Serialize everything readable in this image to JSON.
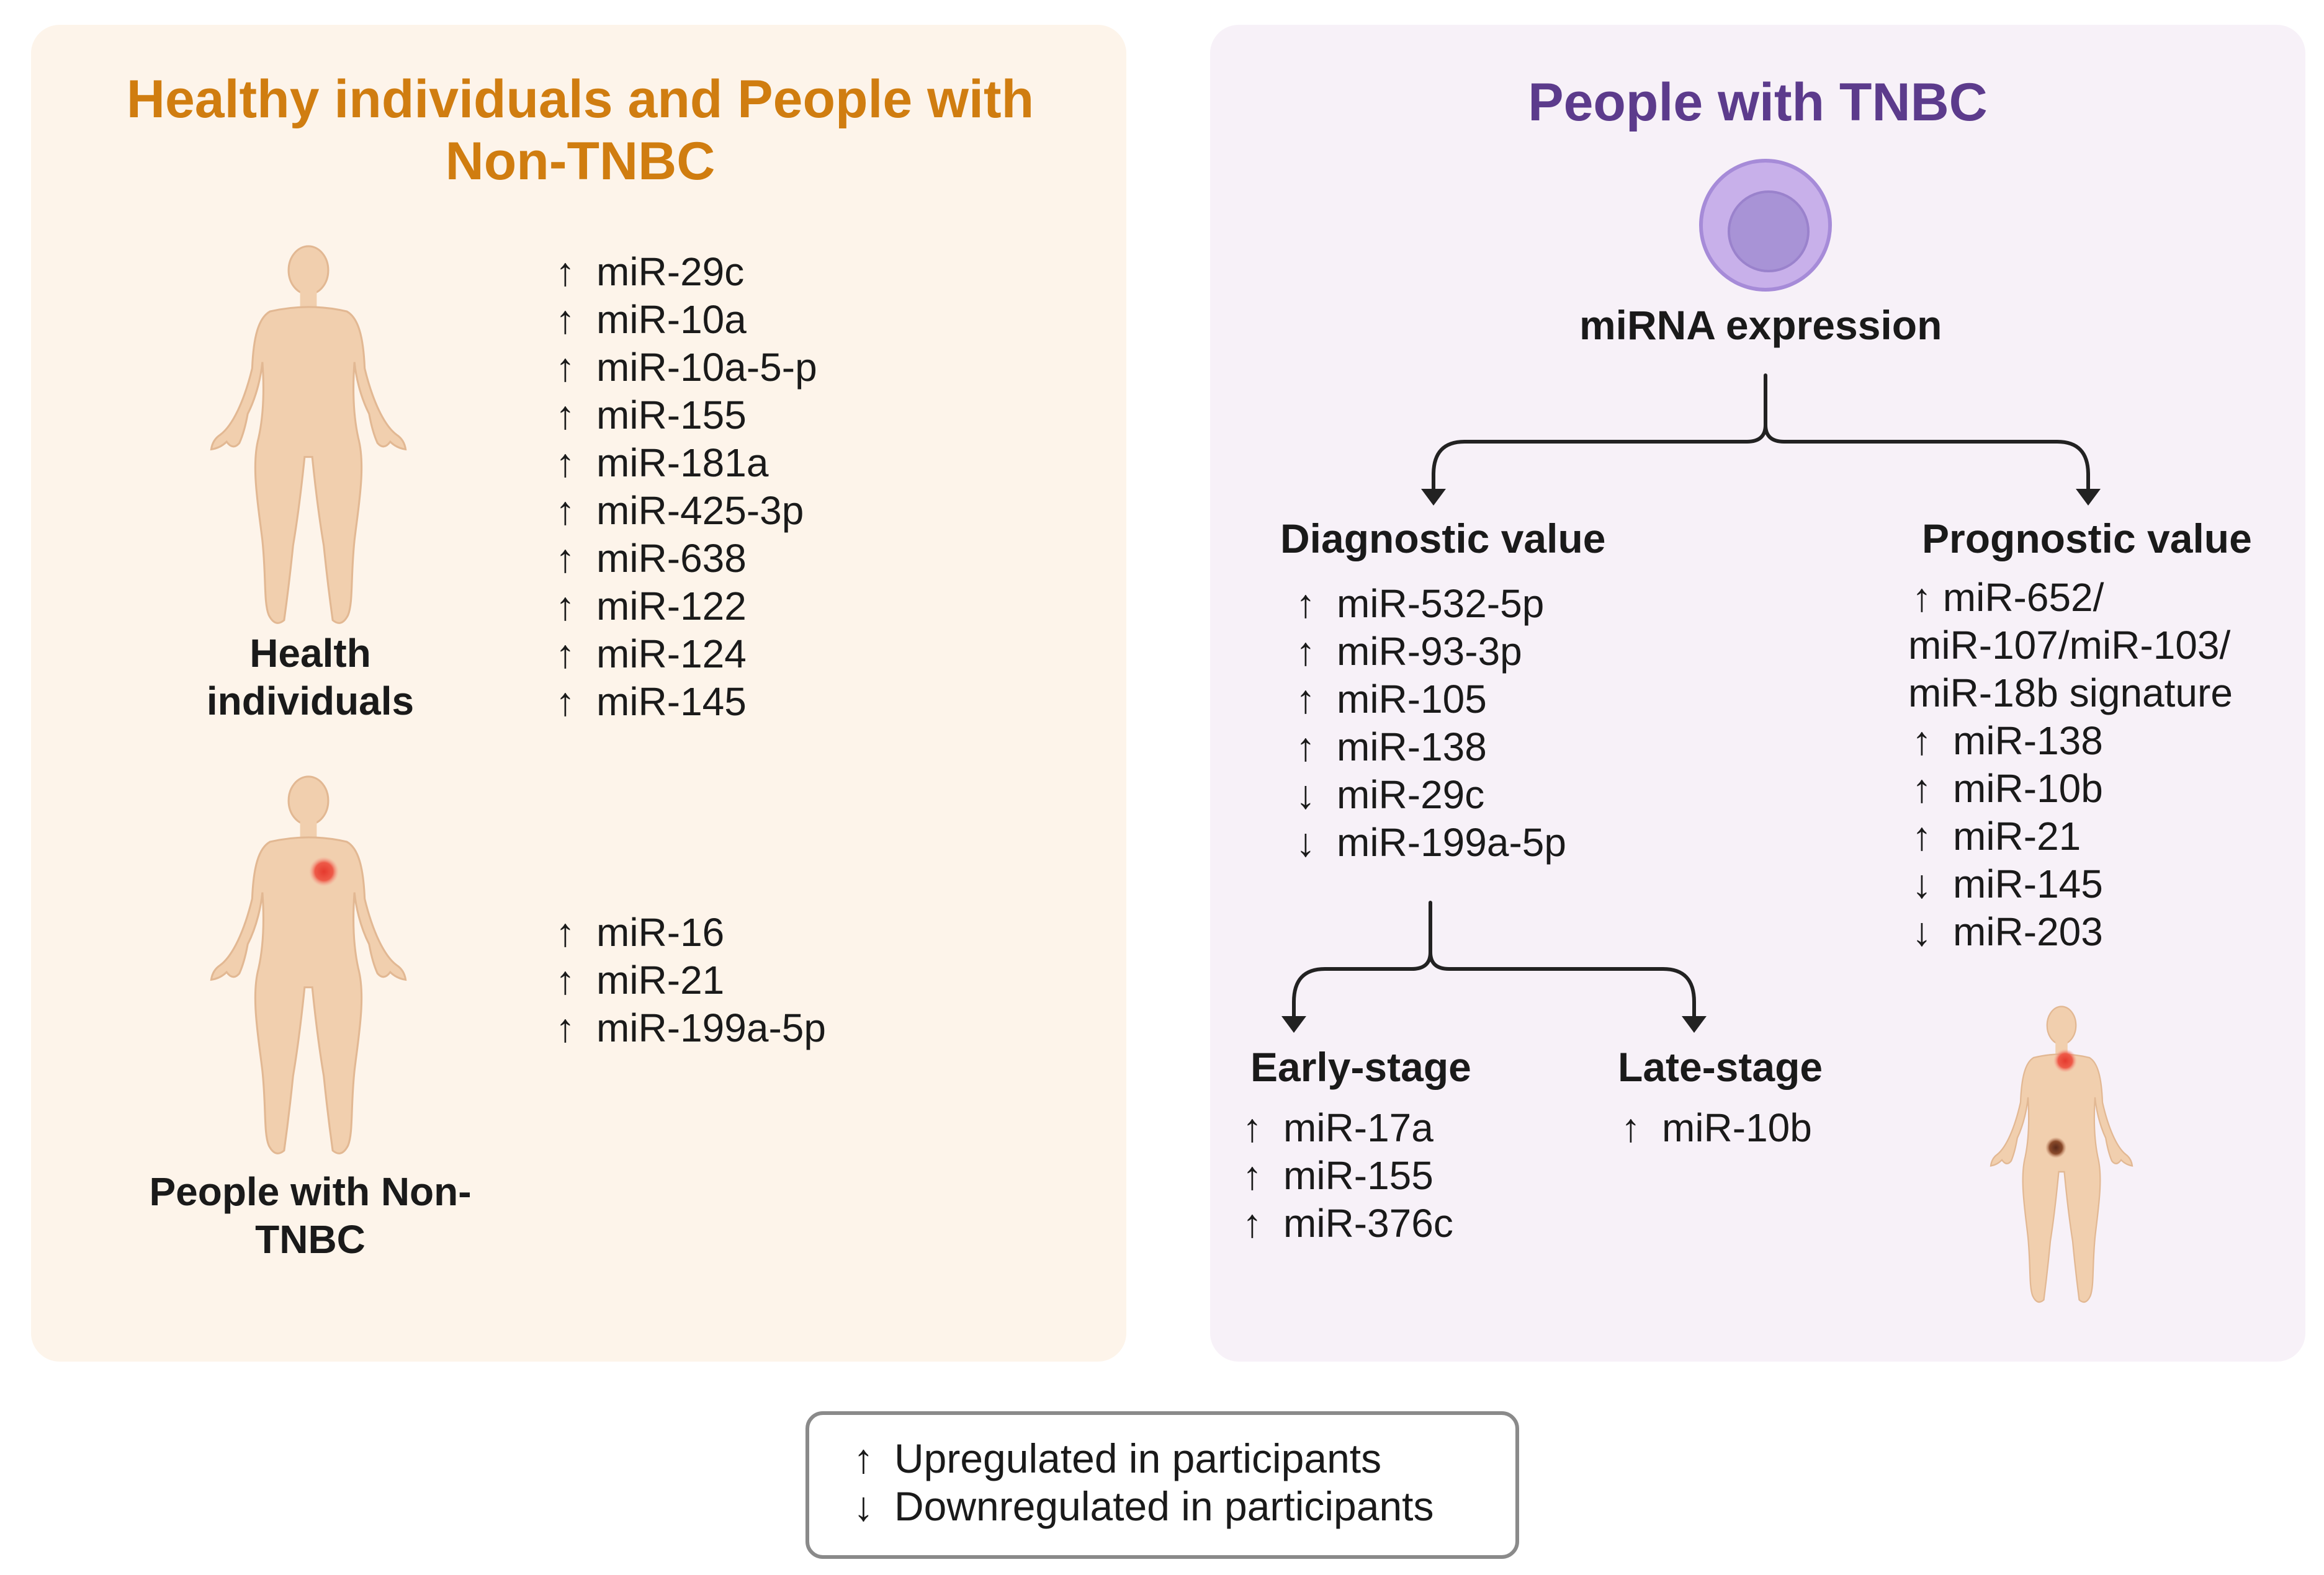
{
  "left_panel": {
    "title_line1": "Healthy individuals and People with",
    "title_line2": "Non-TNBC",
    "healthy": {
      "label_line1": "Health",
      "label_line2": "individuals",
      "mirnas": [
        {
          "dir": "↑",
          "name": "miR-29c"
        },
        {
          "dir": "↑",
          "name": "miR-10a"
        },
        {
          "dir": "↑",
          "name": "miR-10a-5-p"
        },
        {
          "dir": "↑",
          "name": "miR-155"
        },
        {
          "dir": "↑",
          "name": "miR-181a"
        },
        {
          "dir": "↑",
          "name": "miR-425-3p"
        },
        {
          "dir": "↑",
          "name": "miR-638"
        },
        {
          "dir": "↑",
          "name": "miR-122"
        },
        {
          "dir": "↑",
          "name": "miR-124"
        },
        {
          "dir": "↑",
          "name": "miR-145"
        }
      ]
    },
    "non_tnbc": {
      "label_line1": "People with Non-",
      "label_line2": "TNBC",
      "mirnas": [
        {
          "dir": "↑",
          "name": "miR-16"
        },
        {
          "dir": "↑",
          "name": "miR-21"
        },
        {
          "dir": "↑",
          "name": "miR-199a-5p"
        }
      ]
    }
  },
  "right_panel": {
    "title": "People with TNBC",
    "cell_label": "miRNA expression",
    "diagnostic": {
      "heading": "Diagnostic value",
      "mirnas": [
        {
          "dir": "↑",
          "name": "miR-532-5p"
        },
        {
          "dir": "↑",
          "name": "miR-93-3p"
        },
        {
          "dir": "↑",
          "name": "miR-105"
        },
        {
          "dir": "↑",
          "name": "miR-138"
        },
        {
          "dir": "↓",
          "name": "miR-29c"
        },
        {
          "dir": "↓",
          "name": "miR-199a-5p"
        }
      ]
    },
    "prognostic": {
      "heading": "Prognostic value",
      "signature_line1": "↑ miR-652/",
      "signature_line2": "miR-107/miR-103/",
      "signature_line3": "miR-18b signature",
      "mirnas": [
        {
          "dir": "↑",
          "name": "miR-138"
        },
        {
          "dir": "↑",
          "name": "miR-10b"
        },
        {
          "dir": "↑",
          "name": "miR-21"
        },
        {
          "dir": "↓",
          "name": "miR-145"
        },
        {
          "dir": "↓",
          "name": "miR-203"
        }
      ]
    },
    "early_stage": {
      "heading": "Early-stage",
      "mirnas": [
        {
          "dir": "↑",
          "name": "miR-17a"
        },
        {
          "dir": "↑",
          "name": "miR-155"
        },
        {
          "dir": "↑",
          "name": "miR-376c"
        }
      ]
    },
    "late_stage": {
      "heading": "Late-stage",
      "mirnas": [
        {
          "dir": "↑",
          "name": "miR-10b"
        }
      ]
    }
  },
  "legend": {
    "up": {
      "dir": "↑",
      "text": "Upregulated in participants"
    },
    "down": {
      "dir": "↓",
      "text": "Downregulated in participants"
    }
  },
  "colors": {
    "left_title": "#d07d10",
    "right_title": "#5c3b8c",
    "left_panel_bg": "#fdf4ea",
    "right_panel_bg": "#f7f1f8",
    "body_skin": "#f1cfae",
    "tumor": "#e53a2e",
    "cell_outer": "#c8b0ea",
    "cell_inner": "#a893d6"
  }
}
